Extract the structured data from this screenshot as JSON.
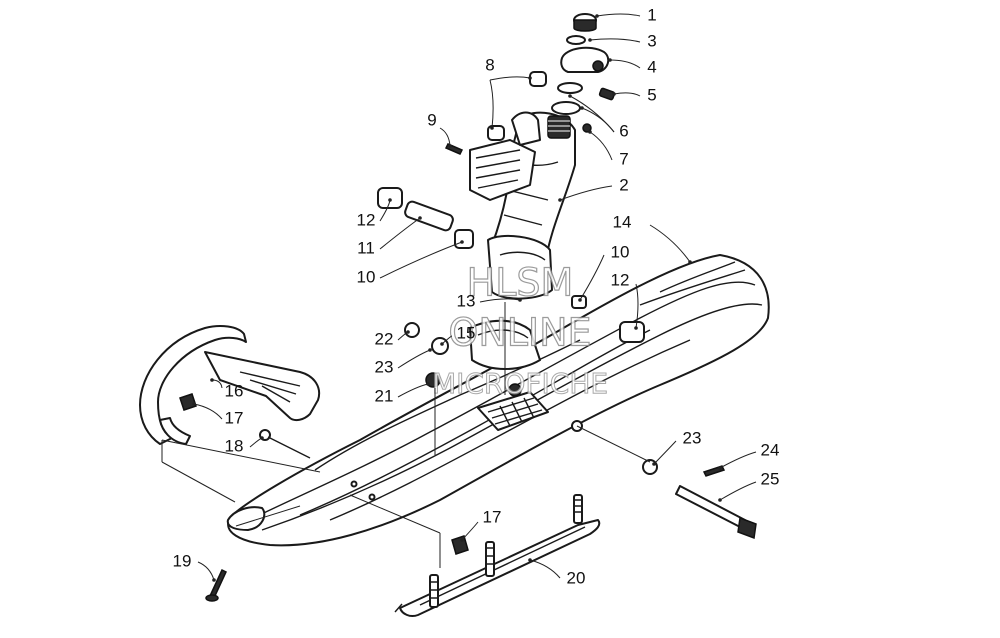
{
  "diagram": {
    "callouts": [
      "1",
      "3",
      "4",
      "5",
      "8",
      "6",
      "9",
      "7",
      "2",
      "14",
      "12",
      "11",
      "10",
      "10",
      "12",
      "13",
      "22",
      "15",
      "23",
      "21",
      "16",
      "17",
      "18",
      "23",
      "24",
      "25",
      "17",
      "19",
      "20"
    ]
  },
  "watermark": {
    "line1": "HLSM",
    "line2": "ONLINE",
    "line3": "MICROFICHE"
  }
}
